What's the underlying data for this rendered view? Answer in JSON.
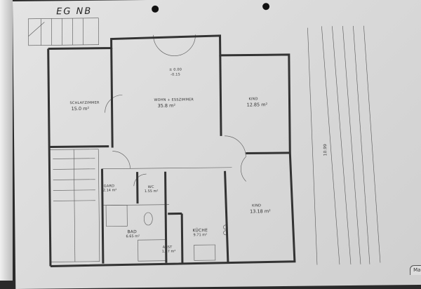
{
  "title": "EG NB",
  "rooms": {
    "schlafzimmer": {
      "name": "SCHLAFZIMMER",
      "area": "15.0 m²"
    },
    "wohnen": {
      "name": "WOHN + ESSZIMMER",
      "area": "35.8 m²"
    },
    "kind1": {
      "name": "KIND",
      "area": "12.85 m²"
    },
    "kind2": {
      "name": "KIND",
      "area": "13.18 m²"
    },
    "gard": {
      "name": "GARD",
      "area": "2.14 m²"
    },
    "wc": {
      "name": "WC",
      "area": "1.55 m²"
    },
    "bad": {
      "name": "BAD",
      "area": "6.65 m²"
    },
    "kueche": {
      "name": "KÜCHE",
      "area": "9.71 m²"
    },
    "abst": {
      "name": "ABST",
      "area": "1.47 m²"
    }
  },
  "level": {
    "top": "± 0.00",
    "bottom": "-0.15"
  },
  "dimensions": {
    "overall_depth": "10.99"
  },
  "stamp": "Mauerwerk"
}
